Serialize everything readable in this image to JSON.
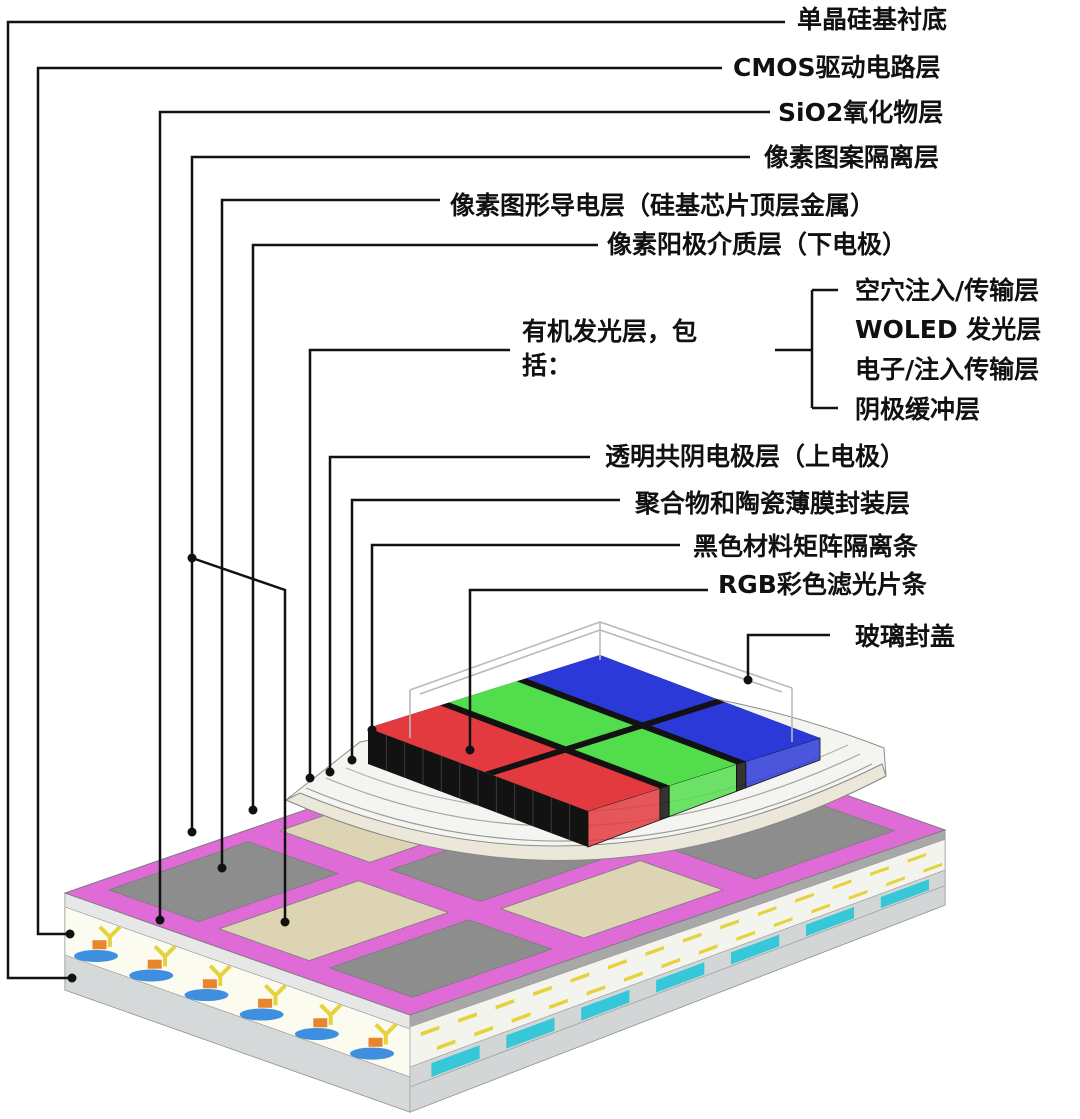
{
  "labels": {
    "substrate": "单晶硅基衬底",
    "cmos": "CMOS驱动电路层",
    "oxide": "SiO2氧化物层",
    "isolation": "像素图案隔离层",
    "conductive": "像素图形导电层（硅基芯片顶层金属）",
    "anode": "像素阳极介质层（下电极）",
    "organic_line1": "有机发光层，包",
    "organic_line2": "括：",
    "organic_sub": [
      "空穴注入/传输层",
      "WOLED 发光层",
      "电子/注入传输层",
      "阴极缓冲层"
    ],
    "cathode": "透明共阴电极层（上电极）",
    "encapsulation": "聚合物和陶瓷薄膜封装层",
    "black_matrix": "黑色材料矩阵隔离条",
    "color_filter": "RGB彩色滤光片条",
    "glass": "玻璃封盖"
  },
  "colors": {
    "red": "#e23a3f",
    "green": "#52de4c",
    "blue": "#2b39d8",
    "black": "#121212",
    "pink": "#df6bd6",
    "gray": "#8d8d8d",
    "tan": "#ddd4b3",
    "cyan": "#36c8d8",
    "yellow": "#e6d23c",
    "orange": "#e8862e",
    "light_blue": "#3f8fe0"
  }
}
